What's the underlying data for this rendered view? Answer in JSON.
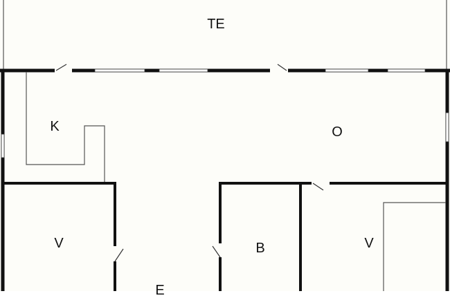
{
  "rooms": {
    "terrace": "TE",
    "kitchen": "K",
    "living": "O",
    "bedroom_left": "V",
    "bathroom": "B",
    "bedroom_right": "V",
    "entrance": "E"
  },
  "colors": {
    "wall": "#111111",
    "thin_line": "#555555",
    "background": "#fdfdf9"
  }
}
